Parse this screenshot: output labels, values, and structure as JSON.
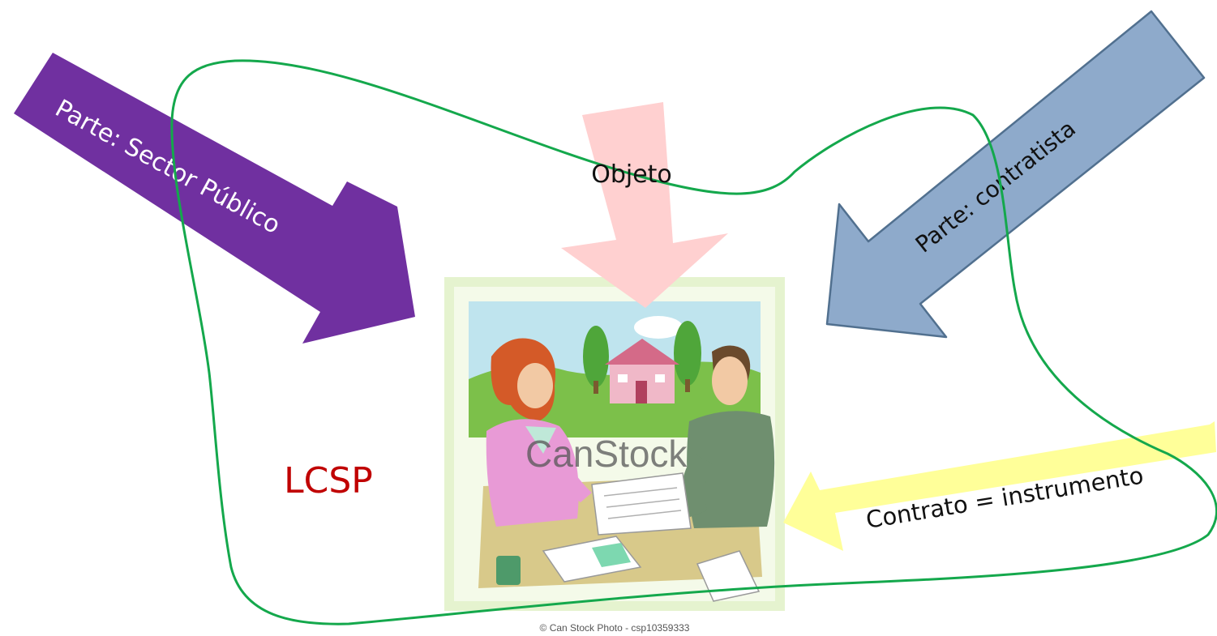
{
  "diagram": {
    "arrows": {
      "sector_publico": {
        "label": "Parte: Sector Público",
        "color": "#7030a0"
      },
      "contratista": {
        "label": "Parte: contratista",
        "color": "#8eaacb",
        "border": "#51708f"
      },
      "objeto": {
        "label": "Objeto",
        "color": "#ffd0d0"
      },
      "contrato": {
        "label": "Contrato = instrumento",
        "color": "#ffff99"
      }
    },
    "scope_label": "LCSP",
    "scope_line_color": "#14a84c",
    "illustration": {
      "watermark": "CanStock",
      "credit": "© Can Stock Photo - csp10359333"
    }
  }
}
